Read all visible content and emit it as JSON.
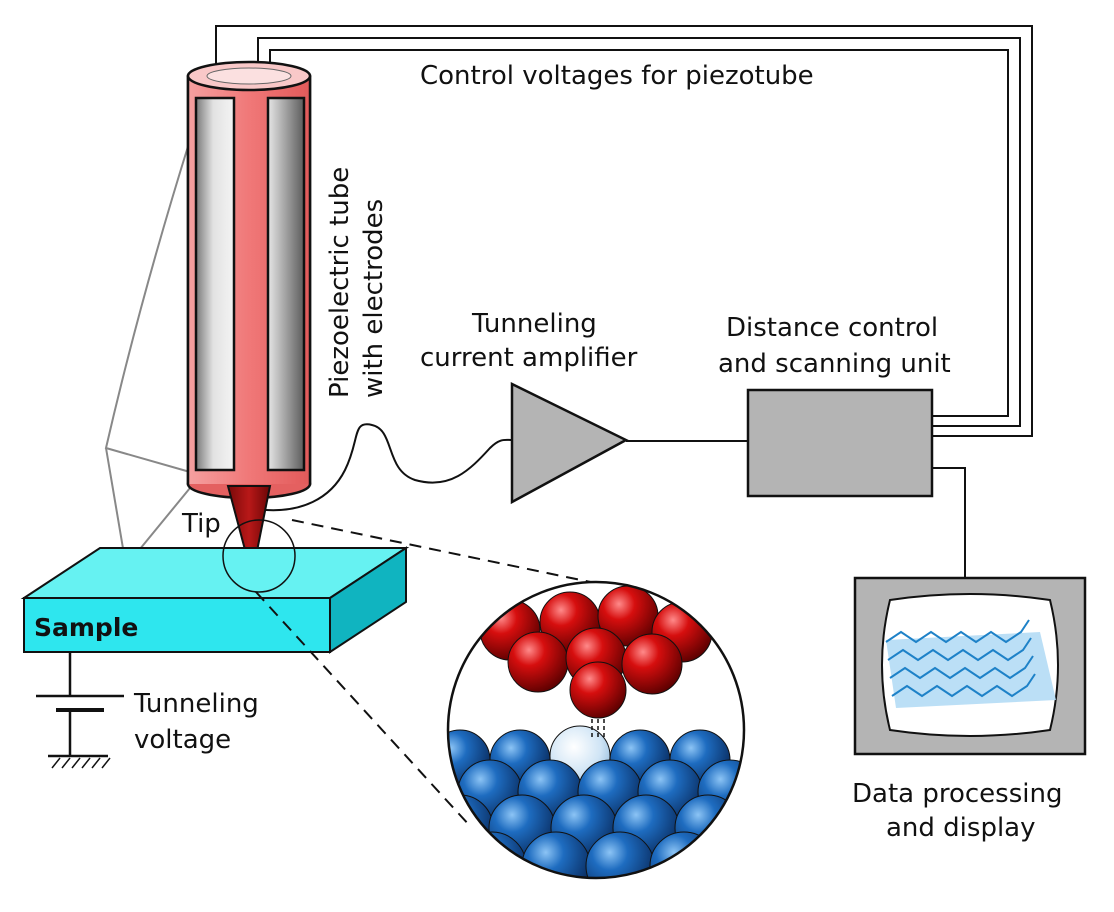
{
  "labels": {
    "control_voltages": "Control voltages for piezotube",
    "piezo_line1": "Piezoelectric tube",
    "piezo_line2": "with electrodes",
    "amp_line1": "Tunneling",
    "amp_line2": "current amplifier",
    "dist_line1": "Distance control",
    "dist_line2": "and scanning unit",
    "tip": "Tip",
    "sample": "Sample",
    "tv_line1": "Tunneling",
    "tv_line2": "voltage",
    "data_line1": "Data processing",
    "data_line2": "and display"
  },
  "colors": {
    "piezo_tube": "#f28080",
    "piezo_top": "#f9c0c0",
    "electrode_dark": "#6e6e6e",
    "electrode_light": "#dcdcdc",
    "tip": "#9a0e0e",
    "sample_top": "#66f2f2",
    "sample_front": "#2ee6ee",
    "sample_side": "#10b4c0",
    "amplifier": "#b4b4b4",
    "control_unit": "#b4b4b4",
    "tip_atoms": "#c40000",
    "sample_atoms": "#1a64b8",
    "tunneling_atom": "#cfe4f5",
    "screen_trace": "#1e82c8",
    "screen_fill": "#b4dcf5"
  }
}
